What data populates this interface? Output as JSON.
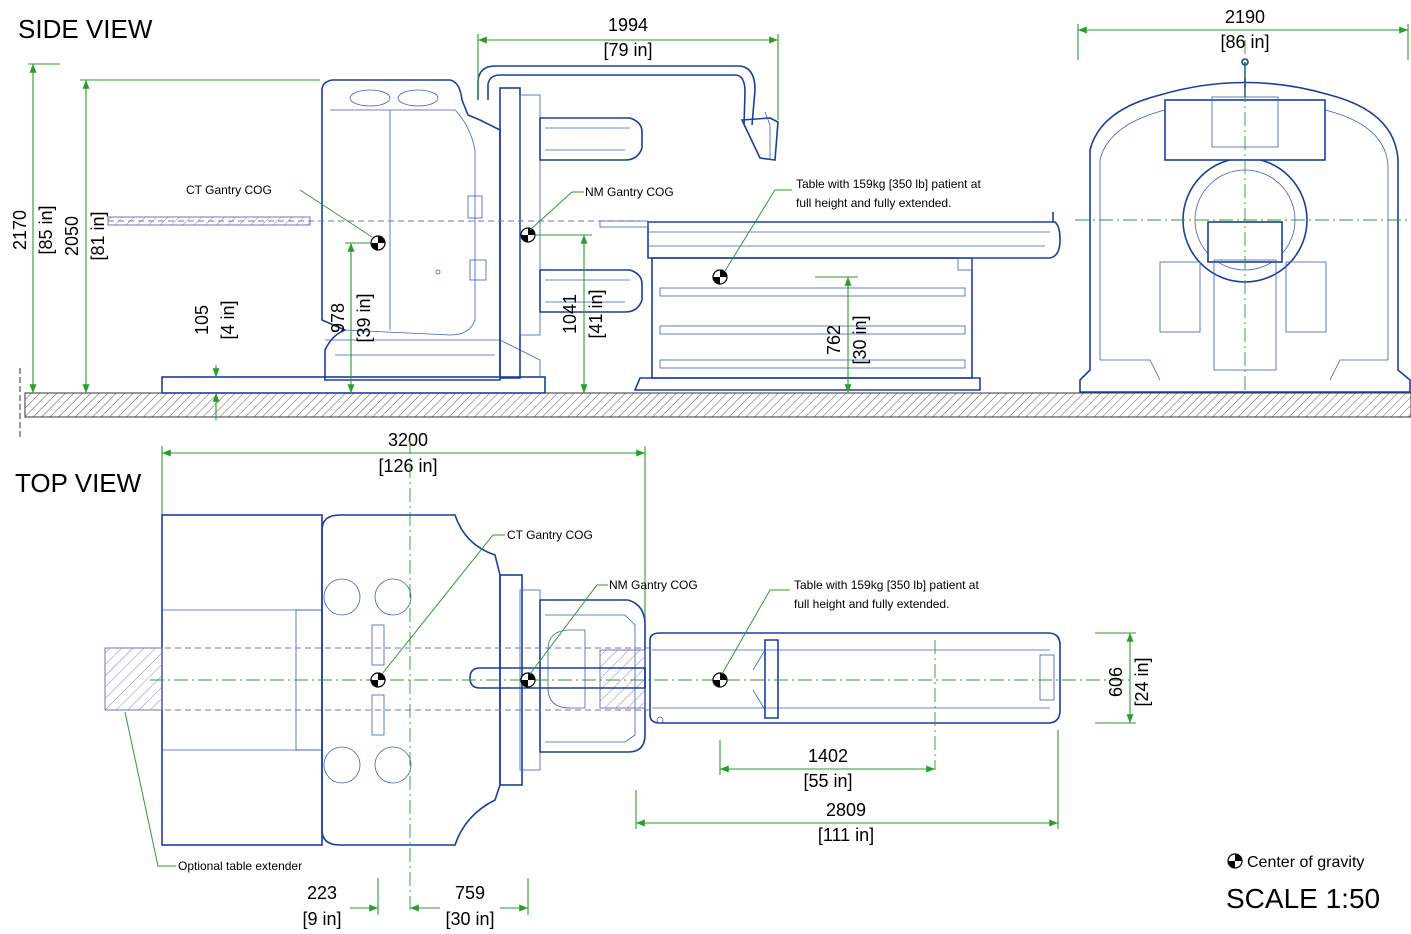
{
  "views": {
    "side": "SIDE VIEW",
    "top": "TOP VIEW"
  },
  "side_dims": {
    "d2170": {
      "mm": "2170",
      "in": "[85 in]"
    },
    "d2050": {
      "mm": "2050",
      "in": "[81 in]"
    },
    "d105": {
      "mm": "105",
      "in": "[4 in]"
    },
    "d978": {
      "mm": "978",
      "in": "[39 in]"
    },
    "d1041": {
      "mm": "1041",
      "in": "[41 in]"
    },
    "d762": {
      "mm": "762",
      "in": "[30 in]"
    },
    "d1994": {
      "mm": "1994",
      "in": "[79 in]"
    },
    "d2190": {
      "mm": "2190",
      "in": "[86 in]"
    }
  },
  "top_dims": {
    "d3200": {
      "mm": "3200",
      "in": "[126 in]"
    },
    "d606": {
      "mm": "606",
      "in": "[24 in]"
    },
    "d1402": {
      "mm": "1402",
      "in": "[55 in]"
    },
    "d2809": {
      "mm": "2809",
      "in": "[111 in]"
    },
    "d223": {
      "mm": "223",
      "in": "[9 in]"
    },
    "d759": {
      "mm": "759",
      "in": "[30 in]"
    }
  },
  "callouts": {
    "ct_cog": "CT Gantry COG",
    "nm_cog": "NM Gantry COG",
    "table_line1": "Table with 159kg [350 lb] patient at",
    "table_line2": "full height and fully extended.",
    "extender": "Optional table extender"
  },
  "legend": {
    "cog": "Center of gravity",
    "scale": "SCALE 1:50"
  },
  "colors": {
    "outline": "#1a3f9b",
    "dimension": "#2a9d2a",
    "text": "#000000"
  }
}
